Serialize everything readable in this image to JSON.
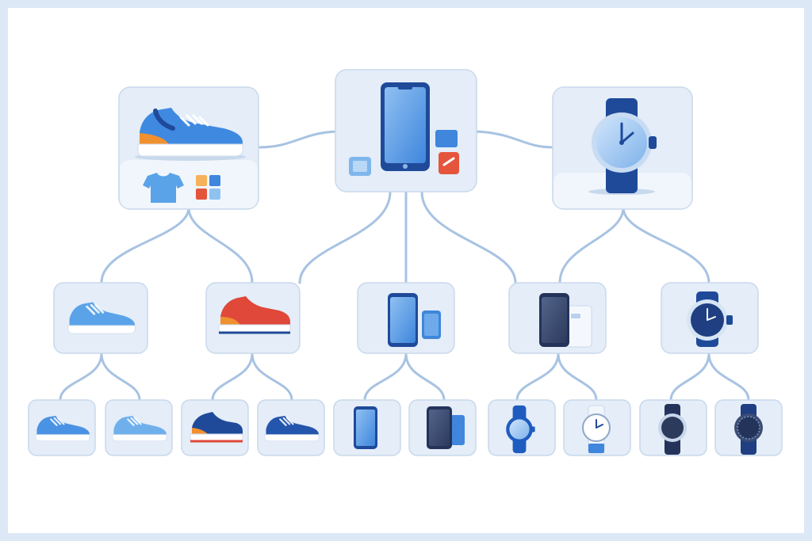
{
  "diagram": {
    "type": "product-category-tree",
    "background_color": "#dce8f5",
    "card_color": "#e4edf8",
    "link_color": "#a8c3e2",
    "accent_blue": "#3d7fd6",
    "accent_navy": "#1f4a9a",
    "accent_orange": "#f0902f",
    "accent_red": "#e0483a",
    "root_categories": [
      {
        "name": "apparel",
        "icons": [
          "sneaker-icon",
          "tshirt-icon",
          "color-swatch-icon"
        ]
      },
      {
        "name": "phones",
        "icons": [
          "smartphone-icon",
          "photo-icon",
          "tag-icon"
        ]
      },
      {
        "name": "watches",
        "icons": [
          "wristwatch-icon"
        ]
      }
    ],
    "sub_categories": [
      {
        "icon": "blue-sneaker-icon"
      },
      {
        "icon": "red-sneaker-icon"
      },
      {
        "icon": "phone-pair-icon"
      },
      {
        "icon": "dark-phone-card-icon"
      },
      {
        "icon": "navy-watch-icon"
      }
    ],
    "leaf_items": [
      {
        "icon": "light-blue-sneaker-icon"
      },
      {
        "icon": "pale-blue-sneaker-icon"
      },
      {
        "icon": "navy-red-sneaker-icon"
      },
      {
        "icon": "navy-sneaker-icon"
      },
      {
        "icon": "blue-phone-icon"
      },
      {
        "icon": "dark-phone-icon"
      },
      {
        "icon": "blue-watch-icon"
      },
      {
        "icon": "white-watch-icon"
      },
      {
        "icon": "black-watch-icon"
      },
      {
        "icon": "navy-sport-watch-icon"
      }
    ]
  }
}
